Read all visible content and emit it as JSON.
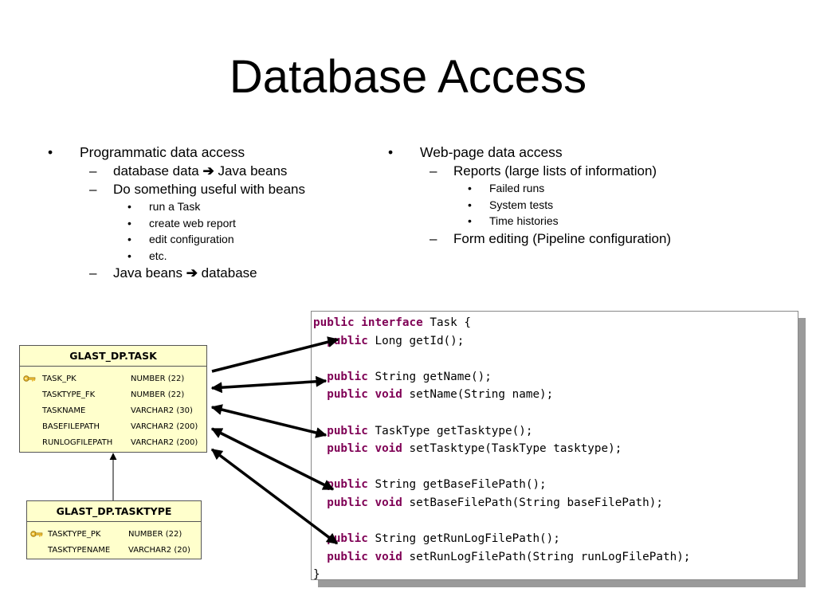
{
  "title": "Database Access",
  "left_column": {
    "items": [
      {
        "level": 1,
        "marker": "•",
        "parts": [
          {
            "t": "Programmatic data access"
          }
        ]
      },
      {
        "level": 2,
        "marker": "–",
        "parts": [
          {
            "t": "database data "
          },
          {
            "t": "➔",
            "arrow": true
          },
          {
            "t": " Java beans"
          }
        ]
      },
      {
        "level": 2,
        "marker": "–",
        "parts": [
          {
            "t": "Do something useful with beans"
          }
        ]
      },
      {
        "level": 3,
        "marker": "•",
        "parts": [
          {
            "t": "run a Task"
          }
        ]
      },
      {
        "level": 3,
        "marker": "•",
        "parts": [
          {
            "t": "create web report"
          }
        ]
      },
      {
        "level": 3,
        "marker": "•",
        "parts": [
          {
            "t": "edit configuration"
          }
        ]
      },
      {
        "level": 3,
        "marker": "•",
        "parts": [
          {
            "t": "etc."
          }
        ]
      },
      {
        "level": 2,
        "marker": "–",
        "parts": [
          {
            "t": "Java beans "
          },
          {
            "t": "➔",
            "arrow": true
          },
          {
            "t": " database"
          }
        ]
      }
    ]
  },
  "right_column": {
    "items": [
      {
        "level": 1,
        "marker": "•",
        "parts": [
          {
            "t": "Web-page data access"
          }
        ]
      },
      {
        "level": 2,
        "marker": "–",
        "parts": [
          {
            "t": "Reports (large lists of information)"
          }
        ]
      },
      {
        "level": 3,
        "marker": "•",
        "parts": [
          {
            "t": "Failed runs"
          }
        ]
      },
      {
        "level": 3,
        "marker": "•",
        "parts": [
          {
            "t": "System tests"
          }
        ]
      },
      {
        "level": 3,
        "marker": "•",
        "parts": [
          {
            "t": "Time histories"
          }
        ]
      },
      {
        "level": 2,
        "marker": "–",
        "parts": [
          {
            "t": "Form editing (Pipeline configuration)"
          }
        ]
      }
    ]
  },
  "tables": {
    "task": {
      "name": "GLAST_DP.TASK",
      "columns": [
        {
          "name": "TASK_PK",
          "type": "NUMBER (22)",
          "key": true
        },
        {
          "name": "TASKTYPE_FK",
          "type": "NUMBER (22)",
          "key": false
        },
        {
          "name": "TASKNAME",
          "type": "VARCHAR2 (30)",
          "key": false
        },
        {
          "name": "BASEFILEPATH",
          "type": "VARCHAR2 (200)",
          "key": false
        },
        {
          "name": "RUNLOGFILEPATH",
          "type": "VARCHAR2 (200)",
          "key": false
        }
      ]
    },
    "tasktype": {
      "name": "GLAST_DP.TASKTYPE",
      "columns": [
        {
          "name": "TASKTYPE_PK",
          "type": "NUMBER (22)",
          "key": true
        },
        {
          "name": "TASKTYPENAME",
          "type": "VARCHAR2 (20)",
          "key": false
        }
      ]
    }
  },
  "code": {
    "lines": [
      [
        {
          "t": "public interface",
          "kw": true
        },
        {
          "t": " Task {"
        }
      ],
      [
        {
          "t": "  "
        },
        {
          "t": "public",
          "kw": true
        },
        {
          "t": " Long getId();"
        }
      ],
      [],
      [
        {
          "t": "  "
        },
        {
          "t": "public",
          "kw": true
        },
        {
          "t": " String getName();"
        }
      ],
      [
        {
          "t": "  "
        },
        {
          "t": "public void",
          "kw": true
        },
        {
          "t": " setName(String name);"
        }
      ],
      [],
      [
        {
          "t": "  "
        },
        {
          "t": "public",
          "kw": true
        },
        {
          "t": " TaskType getTasktype();"
        }
      ],
      [
        {
          "t": "  "
        },
        {
          "t": "public void",
          "kw": true
        },
        {
          "t": " setTasktype(TaskType tasktype);"
        }
      ],
      [],
      [
        {
          "t": "  "
        },
        {
          "t": "public",
          "kw": true
        },
        {
          "t": " String getBaseFilePath();"
        }
      ],
      [
        {
          "t": "  "
        },
        {
          "t": "public void",
          "kw": true
        },
        {
          "t": " setBaseFilePath(String baseFilePath);"
        }
      ],
      [],
      [
        {
          "t": "  "
        },
        {
          "t": "public",
          "kw": true
        },
        {
          "t": " String getRunLogFilePath();"
        }
      ],
      [
        {
          "t": "  "
        },
        {
          "t": "public void",
          "kw": true
        },
        {
          "t": " setRunLogFilePath(String runLogFilePath);"
        }
      ],
      [
        {
          "t": "}"
        }
      ]
    ]
  },
  "colors": {
    "table_fill": "#ffffcc",
    "keyword": "#7f0055",
    "arrow": "#000000",
    "shadow": "#9a9a9a"
  }
}
